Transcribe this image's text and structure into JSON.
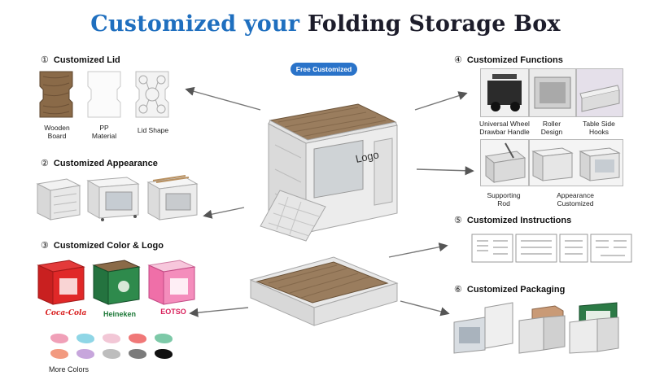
{
  "title": {
    "part1": "Customized your",
    "part2": "Folding Storage Box"
  },
  "badge": "Free Customized",
  "sections": {
    "lid": {
      "num": "①",
      "label": "Customized Lid",
      "items": [
        {
          "cap1": "Wooden",
          "cap2": "Board"
        },
        {
          "cap1": "PP",
          "cap2": "Material"
        },
        {
          "cap1": "Lid Shape",
          "cap2": ""
        }
      ]
    },
    "appearance": {
      "num": "②",
      "label": "Customized Appearance"
    },
    "color": {
      "num": "③",
      "label": "Customized Color & Logo",
      "brands": [
        "Coca-Cola",
        "Heineken",
        "EOTSO"
      ],
      "more": "More Colors",
      "swatches": [
        "#f0a0b8",
        "#8fd6e6",
        "#f2c7d6",
        "#f07878",
        "#7dc9a8",
        "#f29a80",
        "#c7a6dc",
        "#bdbdbd",
        "#7b7b7b",
        "#111111"
      ]
    },
    "functions": {
      "num": "④",
      "label": "Customized Functions",
      "items": [
        {
          "cap1": "Universal Wheel",
          "cap2": "Drawbar Handle"
        },
        {
          "cap1": "Roller",
          "cap2": "Design"
        },
        {
          "cap1": "Table Side",
          "cap2": "Hooks"
        },
        {
          "cap1": "Supporting",
          "cap2": "Rod"
        },
        {
          "cap1": "Appearance",
          "cap2": "Customized"
        }
      ]
    },
    "instructions": {
      "num": "⑤",
      "label": "Customized Instructions"
    },
    "packaging": {
      "num": "⑥",
      "label": "Customized Packaging"
    }
  },
  "center": {
    "logo_text": "Logo"
  },
  "colors": {
    "title_blue": "#1f6fbf",
    "badge_blue": "#2a73c9",
    "wood": "#9a7d5e",
    "box_gray": "#e6e6e6"
  }
}
